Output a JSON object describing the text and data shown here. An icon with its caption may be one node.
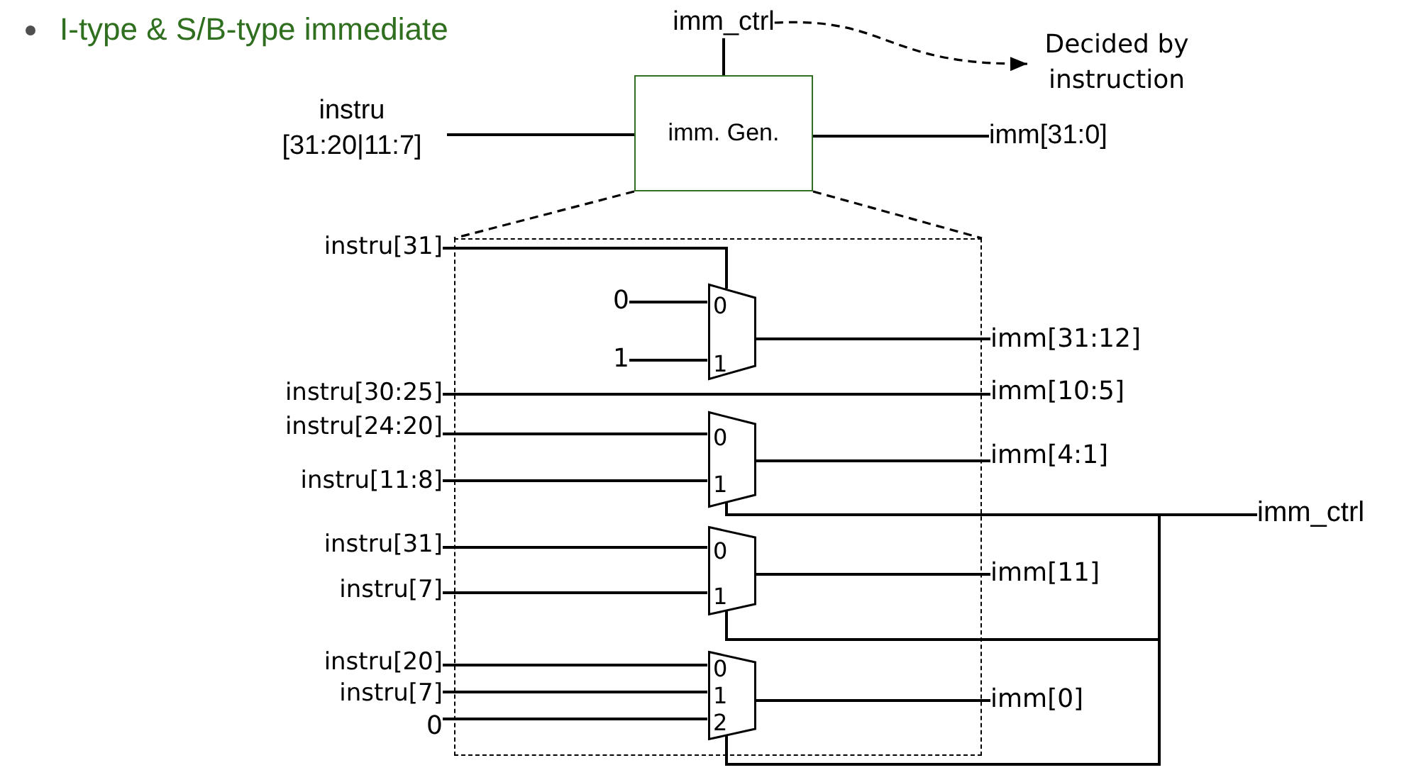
{
  "diagram": {
    "title": "I-type & S/B-type immediate",
    "nodes": [
      {
        "text": [
          "imm_ctrl"
        ]
      },
      {
        "text": [
          "Decided by instruction"
        ]
      },
      {
        "text": [
          "instru [31:20|11:7]"
        ]
      },
      {
        "text": [
          "imm. Gen."
        ]
      },
      {
        "text": [
          "imm[31:0]"
        ]
      },
      {
        "text": [],
        "shape": "box"
      },
      {
        "text": [
          "instru[31]"
        ]
      },
      {
        "text": [
          "0"
        ],
        "in": 5
      },
      {
        "text": [
          "1"
        ],
        "in": 5
      },
      {
        "text": [
          "0",
          "1"
        ],
        "in": 5
      },
      {
        "text": [
          "imm[31:12]"
        ]
      },
      {
        "text": [
          "instru[30:25]"
        ]
      },
      {
        "text": [
          "imm[10:5]"
        ]
      },
      {
        "text": [
          "instru[24:20]"
        ]
      },
      {
        "text": [
          "instru[11:8]"
        ]
      },
      {
        "text": [
          "0",
          "1"
        ],
        "in": 5
      },
      {
        "text": [
          "imm[4:1]"
        ]
      },
      {
        "text": [
          "imm_ctrl"
        ]
      },
      {
        "text": [
          "instru[31]"
        ]
      },
      {
        "text": [
          "instru[7]"
        ]
      },
      {
        "text": [
          "0",
          "1"
        ],
        "in": 5
      },
      {
        "text": [
          "imm[11]"
        ]
      },
      {
        "text": [
          "instru[20]"
        ]
      },
      {
        "text": [
          "instru[7]"
        ]
      },
      {
        "text": [
          "0"
        ]
      },
      {
        "text": [
          "0",
          "1",
          "2"
        ],
        "in": 5
      },
      {
        "text": [
          "imm[0]"
        ]
      }
    ],
    "edges": [
      {
        "from": 0,
        "to": 3,
        "arrow": "none"
      },
      {
        "from": 0,
        "to": 1,
        "arrow": "to",
        "style": "dashed"
      },
      {
        "from": 2,
        "to": 3,
        "arrow": "none"
      },
      {
        "from": 3,
        "to": 4,
        "arrow": "none"
      },
      {
        "from": 3,
        "to": 5,
        "arrow": "none",
        "style": "dashed"
      },
      {
        "from": 3,
        "to": 5,
        "arrow": "none",
        "style": "dashed"
      },
      {
        "from": 6,
        "to": 9,
        "arrow": "none"
      },
      {
        "from": 7,
        "to": 9,
        "arrow": "none"
      },
      {
        "from": 8,
        "to": 9,
        "arrow": "none"
      },
      {
        "from": 9,
        "to": 10,
        "arrow": "none"
      },
      {
        "from": 11,
        "to": 12,
        "arrow": "none"
      },
      {
        "from": 13,
        "to": 15,
        "arrow": "none"
      },
      {
        "from": 14,
        "to": 15,
        "arrow": "none"
      },
      {
        "from": 15,
        "to": 16,
        "arrow": "none"
      },
      {
        "from": 17,
        "to": 15,
        "arrow": "none"
      },
      {
        "from": 18,
        "to": 20,
        "arrow": "none"
      },
      {
        "from": 19,
        "to": 20,
        "arrow": "none"
      },
      {
        "from": 20,
        "to": 21,
        "arrow": "none"
      },
      {
        "from": 17,
        "to": 20,
        "arrow": "none"
      },
      {
        "from": 22,
        "to": 25,
        "arrow": "none"
      },
      {
        "from": 23,
        "to": 25,
        "arrow": "none"
      },
      {
        "from": 24,
        "to": 25,
        "arrow": "none"
      },
      {
        "from": 25,
        "to": 26,
        "arrow": "none"
      },
      {
        "from": 17,
        "to": 25,
        "arrow": "none"
      }
    ]
  }
}
